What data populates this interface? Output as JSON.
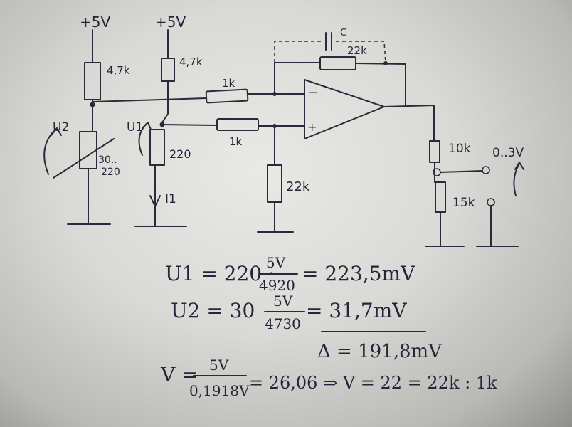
{
  "labels": {
    "supply_left": "+5V",
    "supply_mid": "+5V",
    "r_top_left": "4,7k",
    "r_top_mid": "4,7k",
    "u2": "U2",
    "pot_value_a": "30..",
    "pot_value_b": "220",
    "u1": "U1",
    "r_sensor": "220",
    "i1": "I1",
    "r_in_top": "1k",
    "r_in_bottom": "1k",
    "r_ground": "22k",
    "cap": "C",
    "r_feedback": "22k",
    "opamp_minus": "−",
    "opamp_plus": "+",
    "r_div_top": "10k",
    "r_div_bottom": "15k",
    "output_range": "0..3V"
  },
  "equations": {
    "u1_lhs": "U1 = 220 ·",
    "u1_num": "5V",
    "u1_den": "4920",
    "u1_rhs": "= 223,5mV",
    "u2_lhs": "U2 = 30",
    "u2_num": "5V",
    "u2_den": "4730",
    "u2_rhs": "= 31,7mV",
    "delta": "Δ = 191,8mV",
    "v_lhs": "V =",
    "v_num": "5V",
    "v_den": "0,1918V",
    "v_rhs": "= 26,06 ⇒ V = 22 = 22k : 1k"
  }
}
